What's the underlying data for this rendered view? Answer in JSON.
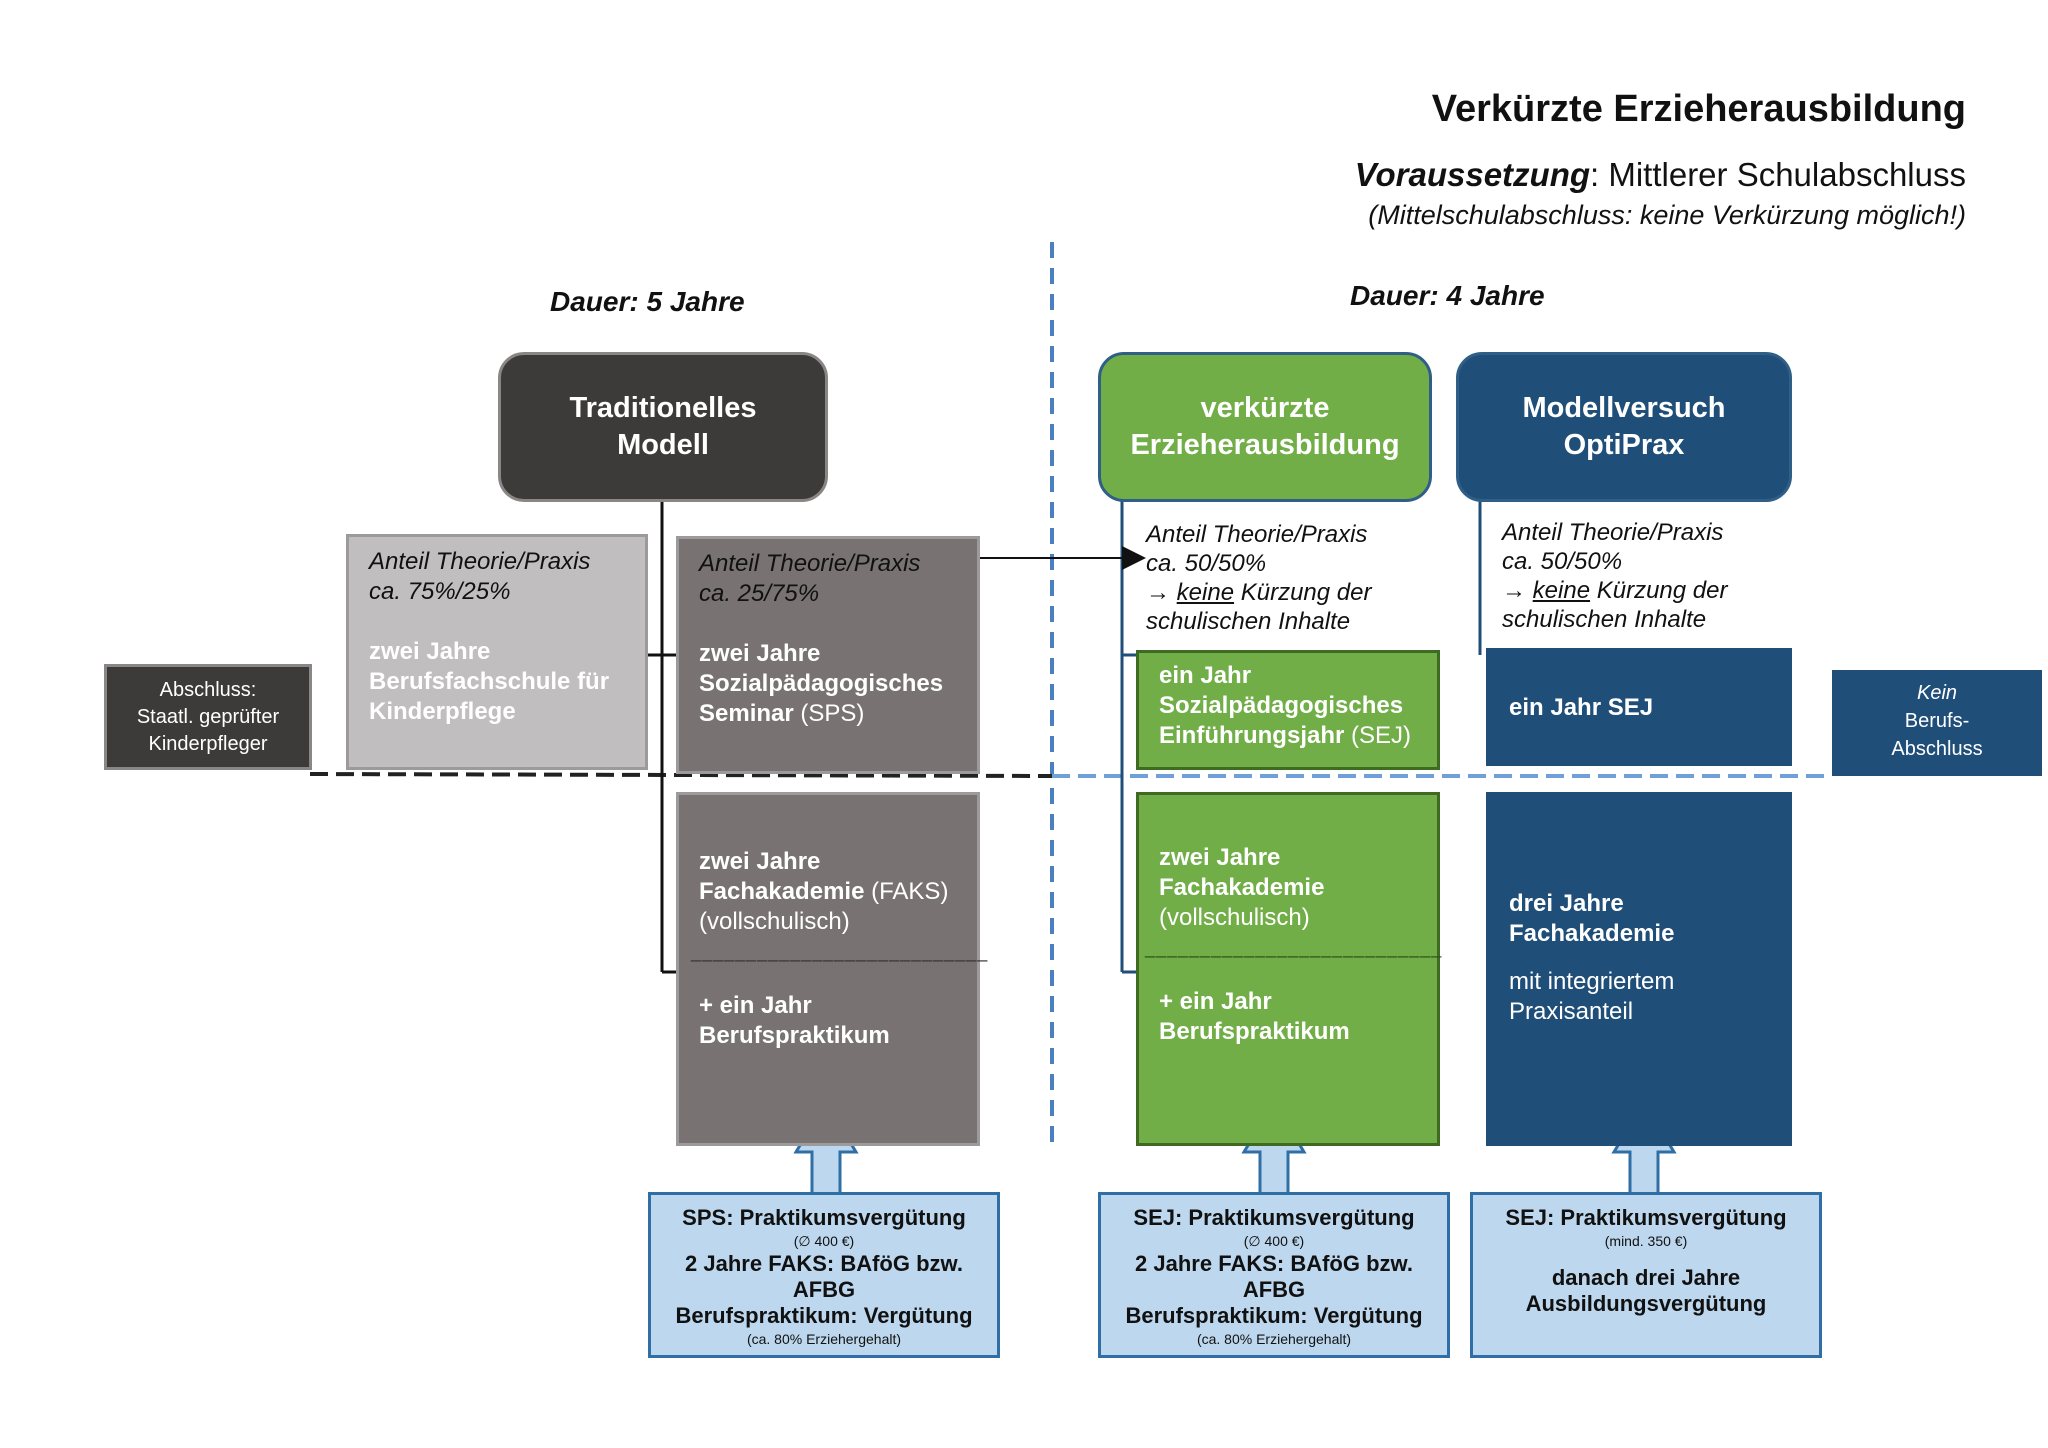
{
  "header": {
    "title": "Verkürzte Erzieherausbildung",
    "subtitle_key": "Voraussetzung",
    "subtitle_rest": ": Mittlerer Schulabschluss",
    "subtitle_note": "(Mittelschulabschluss: keine Verkürzung möglich!)"
  },
  "dauer_left": "Dauer: 5 Jahre",
  "dauer_right": "Dauer: 4 Jahre",
  "heads": {
    "trad": [
      "Traditionelles",
      "Modell"
    ],
    "ver": [
      "verkürzte",
      "Erzieherausbildung"
    ],
    "opt": [
      "Modellversuch",
      "OptiPrax"
    ]
  },
  "abschluss": [
    "Abschluss:",
    "Staatl. geprüfter",
    "Kinderpfleger"
  ],
  "kein": [
    "Kein",
    "Berufs-",
    "Abschluss"
  ],
  "trad": {
    "kp_note": [
      "Anteil Theorie/Praxis",
      "ca. 75%/25%"
    ],
    "kp_title": [
      "zwei Jahre",
      "Berufsfachschule für",
      "Kinderpflege"
    ],
    "sps_note": [
      "Anteil Theorie/Praxis",
      "ca. 25/75%"
    ],
    "sps_bold": [
      "zwei Jahre",
      "Sozialpädagogisches",
      "Seminar"
    ],
    "sps_abbr": " (SPS)",
    "faks_bold": [
      "zwei Jahre",
      "Fachakademie"
    ],
    "faks_abbr": " (FAKS)",
    "faks_sub": "(vollschulisch)",
    "divider": "___________________________",
    "bp": [
      "+ ein Jahr",
      "Berufspraktikum"
    ]
  },
  "ver": {
    "note1": "Anteil Theorie/Praxis",
    "note2": "ca. 50/50%",
    "arrow": "→ ",
    "keine": "keine",
    "note3": " Kürzung der",
    "note4": "schulischen Inhalte",
    "sej_bold": [
      "ein Jahr",
      "Sozialpädagogisches",
      "Einführungsjahr"
    ],
    "sej_abbr": " (SEJ)",
    "faks_bold": [
      "zwei Jahre",
      "Fachakademie"
    ],
    "faks_sub": "(vollschulisch)",
    "divider": "___________________________",
    "bp": [
      "+ ein Jahr",
      "Berufspraktikum"
    ]
  },
  "opt": {
    "note1": "Anteil Theorie/Praxis",
    "note2": "ca. 50/50%",
    "arrow": "→ ",
    "keine": "keine",
    "note3": " Kürzung der",
    "note4": "schulischen Inhalte",
    "sej": "ein Jahr SEJ",
    "fa_bold": [
      "drei Jahre",
      "Fachakademie"
    ],
    "fa_sub": [
      "mit integriertem",
      "Praxisanteil"
    ]
  },
  "fund1": {
    "l1": "SPS: Praktikumsvergütung",
    "l2": "(∅ 400 €)",
    "l3": "2 Jahre FAKS: BAföG bzw.",
    "l4": "AFBG",
    "l5": "Berufspraktikum: Vergütung",
    "l6": "(ca. 80% Erziehergehalt)"
  },
  "fund2": {
    "l1": "SEJ: Praktikumsvergütung",
    "l2": "(∅ 400 €)",
    "l3": "2 Jahre FAKS: BAföG bzw.",
    "l4": "AFBG",
    "l5": "Berufspraktikum: Vergütung",
    "l6": "(ca. 80% Erziehergehalt)"
  },
  "fund3": {
    "l1": "SEJ: Praktikumsvergütung",
    "l2": "(mind. 350 €)",
    "l3": "danach drei Jahre",
    "l4": "Ausbildungsvergütung"
  },
  "colors": {
    "trad_head": "#3d3a3a",
    "light_gray": "#c0bebe",
    "dark_gray": "#787372",
    "green": "#72ae48",
    "navy": "#1f4e79",
    "light_blue": "#bdd7ee",
    "divider_blue": "#4a7fc1"
  }
}
